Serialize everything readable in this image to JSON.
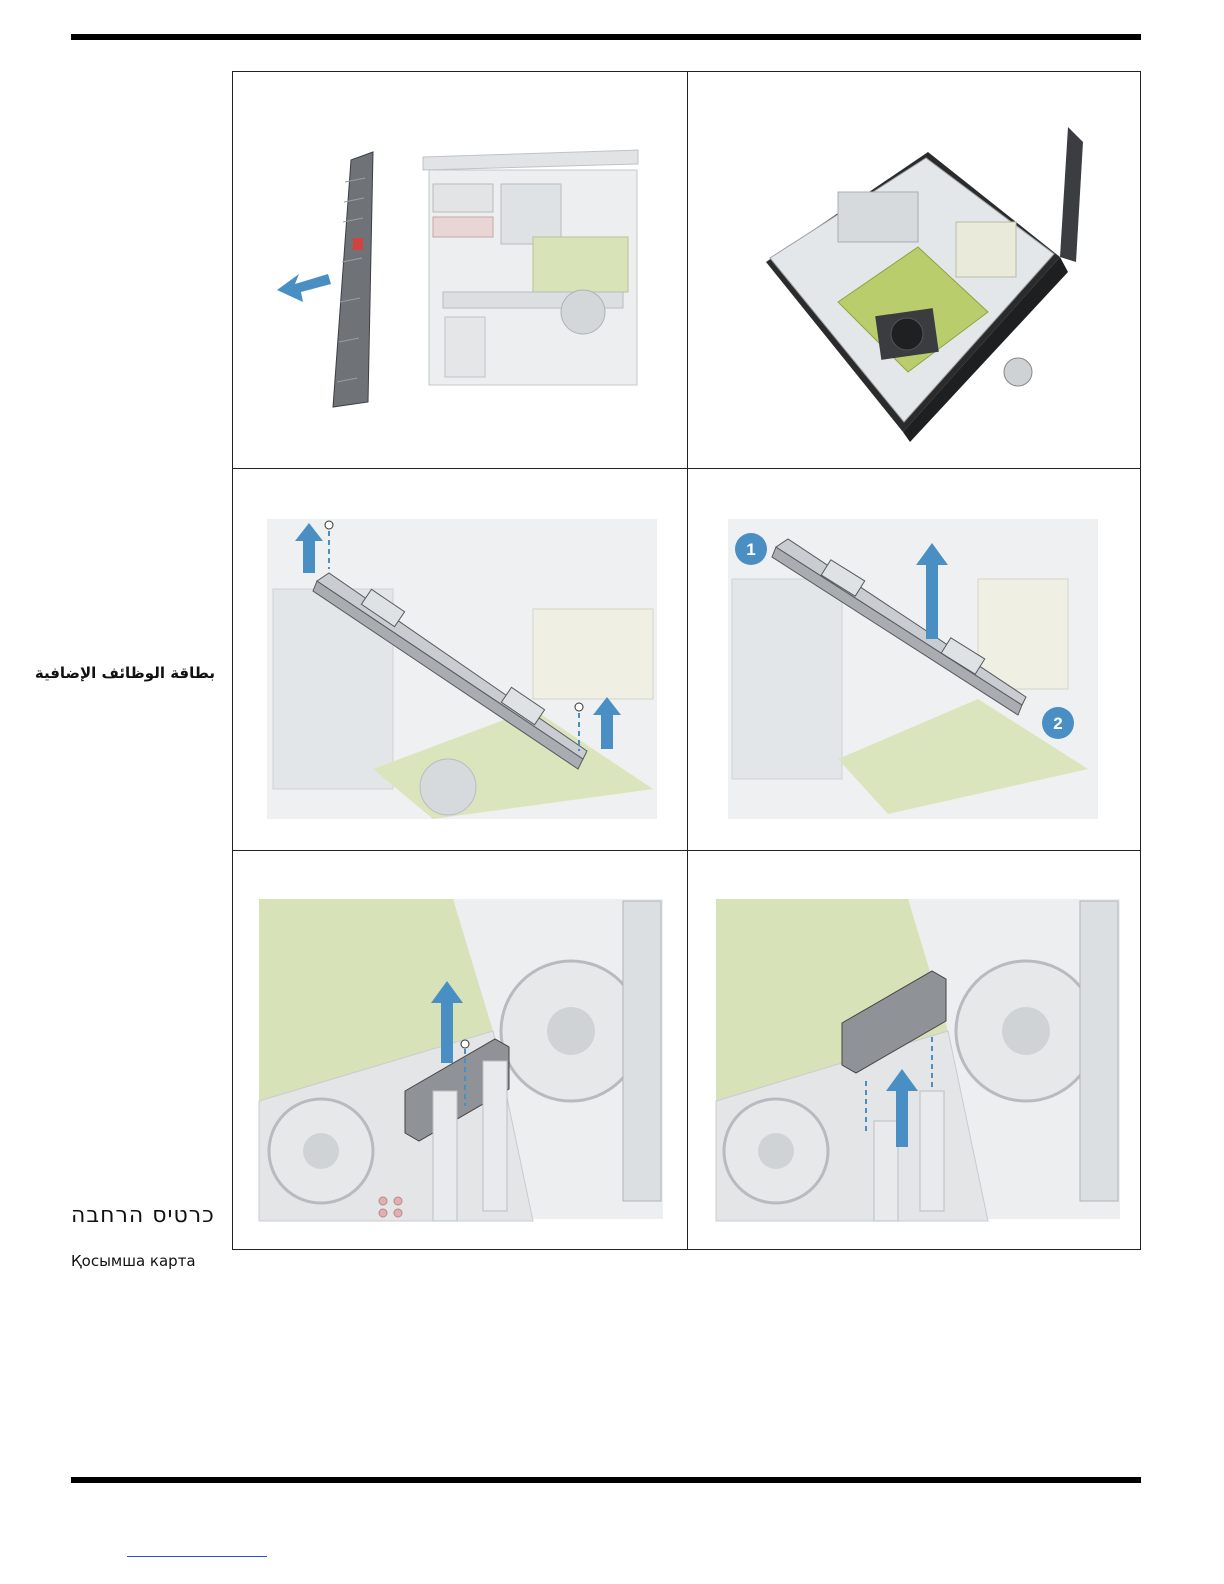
{
  "labels": {
    "arabic": "بطاقة الوظائف الإضافية",
    "hebrew": "כרטיס הרחבה",
    "kazakh": "Қосымша карта"
  },
  "steps": {
    "badge_1": "1",
    "badge_2": "2"
  },
  "colors": {
    "arrow": "#4a8fc4",
    "board_green": "#c7d98a",
    "chassis_gray": "#d9dcdf",
    "dark_frame": "#2b2b2b",
    "rule": "#000000"
  }
}
